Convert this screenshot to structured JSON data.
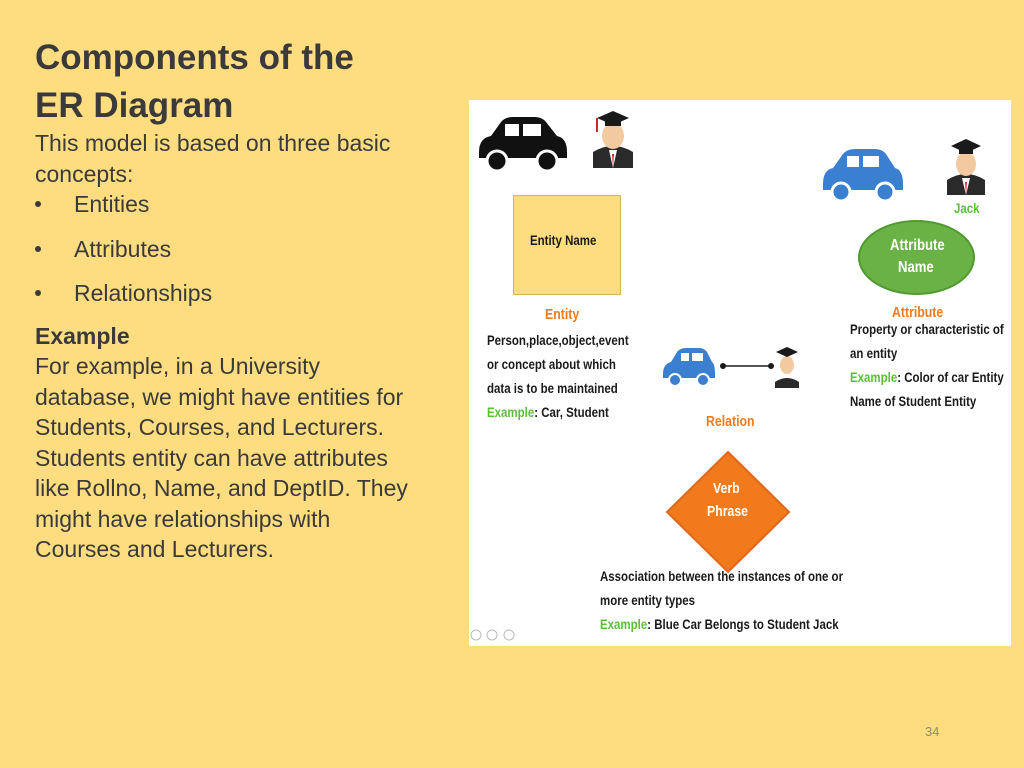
{
  "slide": {
    "title_line1": "Components of the",
    "title_line2": "ER Diagram",
    "intro_line1": "This model is based on three basic",
    "intro_line2": "concepts:",
    "bullets": [
      {
        "label": "Entities"
      },
      {
        "label": "Attributes"
      },
      {
        "label": "Relationships"
      }
    ],
    "example_heading": "Example",
    "example_lines": [
      "For example, in a University",
      "database, we might have entities for",
      "Students, Courses, and Lecturers.",
      "Students entity can have attributes",
      "like Rollno, Name, and DeptID. They",
      "might have relationships with",
      "Courses and Lecturers."
    ],
    "page_number": "34"
  },
  "figure": {
    "entity_box_label": "Entity Name",
    "entity_heading": "Entity",
    "entity_desc": [
      "Person,place,object,event",
      "or concept about which",
      "data is to be maintained"
    ],
    "entity_example_label": "Example",
    "entity_example_value": ": Car, Student",
    "jack_label": "Jack",
    "attribute_shape_line1": "Attribute",
    "attribute_shape_line2": "Name",
    "attribute_heading": "Attribute",
    "attribute_desc": [
      "Property or characteristic of",
      "an entity"
    ],
    "attribute_example_label": "Example",
    "attribute_example_value": ": Color of car Entity",
    "attribute_example_line2": "Name of Student Entity",
    "relation_heading": "Relation",
    "relation_shape_line1": "Verb",
    "relation_shape_line2": "Phrase",
    "relation_desc": [
      "Association between the instances of one or",
      "more entity types"
    ],
    "relation_example_label": "Example",
    "relation_example_value": ": Blue Car Belongs to Student Jack",
    "colors": {
      "orange": "#f07a1c",
      "green": "#5bbf3a",
      "entity_fill": "#fddd80",
      "attribute_fill": "#6ab246",
      "car_blue": "#3a7fd0",
      "car_black": "#111111"
    }
  }
}
